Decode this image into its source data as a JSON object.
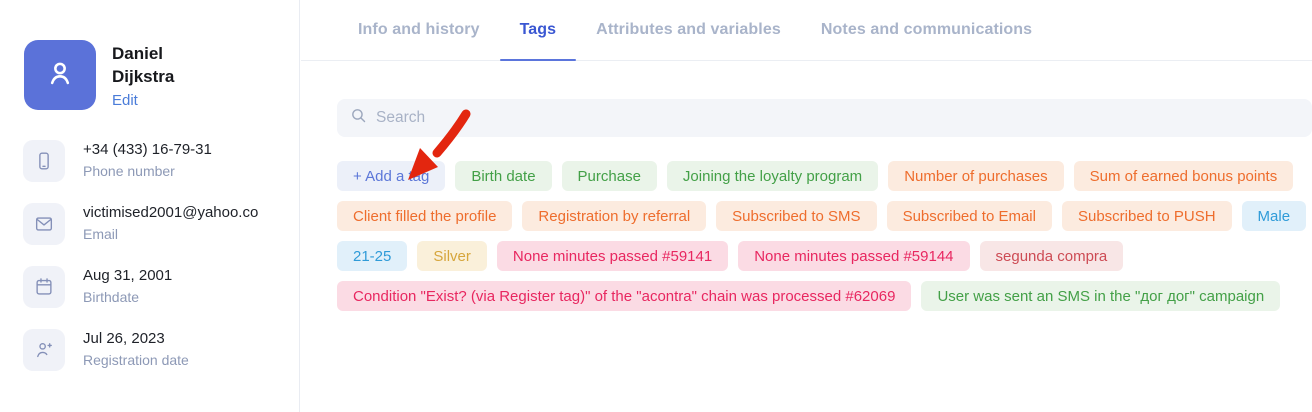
{
  "profile": {
    "first_name": "Daniel",
    "last_name": "Dijkstra",
    "edit_label": "Edit"
  },
  "sidebar": {
    "items": [
      {
        "key": "phone-number",
        "icon": "phone-icon",
        "value": "+34 (433) 16-79-31",
        "label": "Phone number"
      },
      {
        "key": "email",
        "icon": "email-icon",
        "value": "victimised2001@yahoo.co",
        "label": "Email"
      },
      {
        "key": "birthdate",
        "icon": "calendar-icon",
        "value": "Aug 31, 2001",
        "label": "Birthdate"
      },
      {
        "key": "registration-date",
        "icon": "person-add-icon",
        "value": "Jul 26, 2023",
        "label": "Registration date"
      }
    ]
  },
  "tabs": [
    {
      "label": "Info and history",
      "active": false
    },
    {
      "label": "Tags",
      "active": true
    },
    {
      "label": "Attributes and variables",
      "active": false
    },
    {
      "label": "Notes and communications",
      "active": false
    }
  ],
  "search": {
    "placeholder": "Search"
  },
  "tags": {
    "add_button": {
      "label": "+ Add a tag",
      "color": "action"
    },
    "rows": [
      [
        {
          "label": "Birth date",
          "color": "green"
        },
        {
          "label": "Purchase",
          "color": "green"
        },
        {
          "label": "Joining the loyalty program",
          "color": "green"
        },
        {
          "label": "Number of purchases",
          "color": "orange"
        },
        {
          "label": "Sum of earned bonus points",
          "color": "orange"
        }
      ],
      [
        {
          "label": "Client filled the profile",
          "color": "orange"
        },
        {
          "label": "Registration by referral",
          "color": "orange"
        },
        {
          "label": "Subscribed to SMS",
          "color": "orange"
        },
        {
          "label": "Subscribed to Email",
          "color": "orange"
        },
        {
          "label": "Subscribed to PUSH",
          "color": "orange"
        },
        {
          "label": "Male",
          "color": "blue"
        }
      ],
      [
        {
          "label": "21-25",
          "color": "blue"
        },
        {
          "label": "Silver",
          "color": "gold"
        },
        {
          "label": "None minutes passed #59141",
          "color": "pink"
        },
        {
          "label": "None minutes passed #59144",
          "color": "pink"
        },
        {
          "label": "segunda compra",
          "color": "red"
        }
      ],
      [
        {
          "label": "Condition \"Exist? (via Register tag)\" of the \"acontra\" chain was processed #62069",
          "color": "pink"
        },
        {
          "label": "User was sent an SMS in the \"дог дог\" campaign",
          "color": "green"
        }
      ]
    ]
  },
  "colors": {
    "accent": "#3a57d2",
    "avatar_bg": "#5b72d9",
    "palettes": {
      "action": {
        "text": "#5b76d8",
        "bg": "#ecf0f9"
      },
      "green": {
        "text": "#43a047",
        "bg": "#eaf4e9"
      },
      "orange": {
        "text": "#ee6d2d",
        "bg": "#fcebdf"
      },
      "blue": {
        "text": "#2f9bd8",
        "bg": "#e1f0fa"
      },
      "gold": {
        "text": "#d6a63c",
        "bg": "#faf0da"
      },
      "pink": {
        "text": "#e82760",
        "bg": "#fbdbe4"
      },
      "red": {
        "text": "#cd4b54",
        "bg": "#f8e6e6"
      }
    }
  },
  "annotation": {
    "type": "arrow",
    "color": "#e3260f",
    "points_to": "+ Add a tag"
  }
}
